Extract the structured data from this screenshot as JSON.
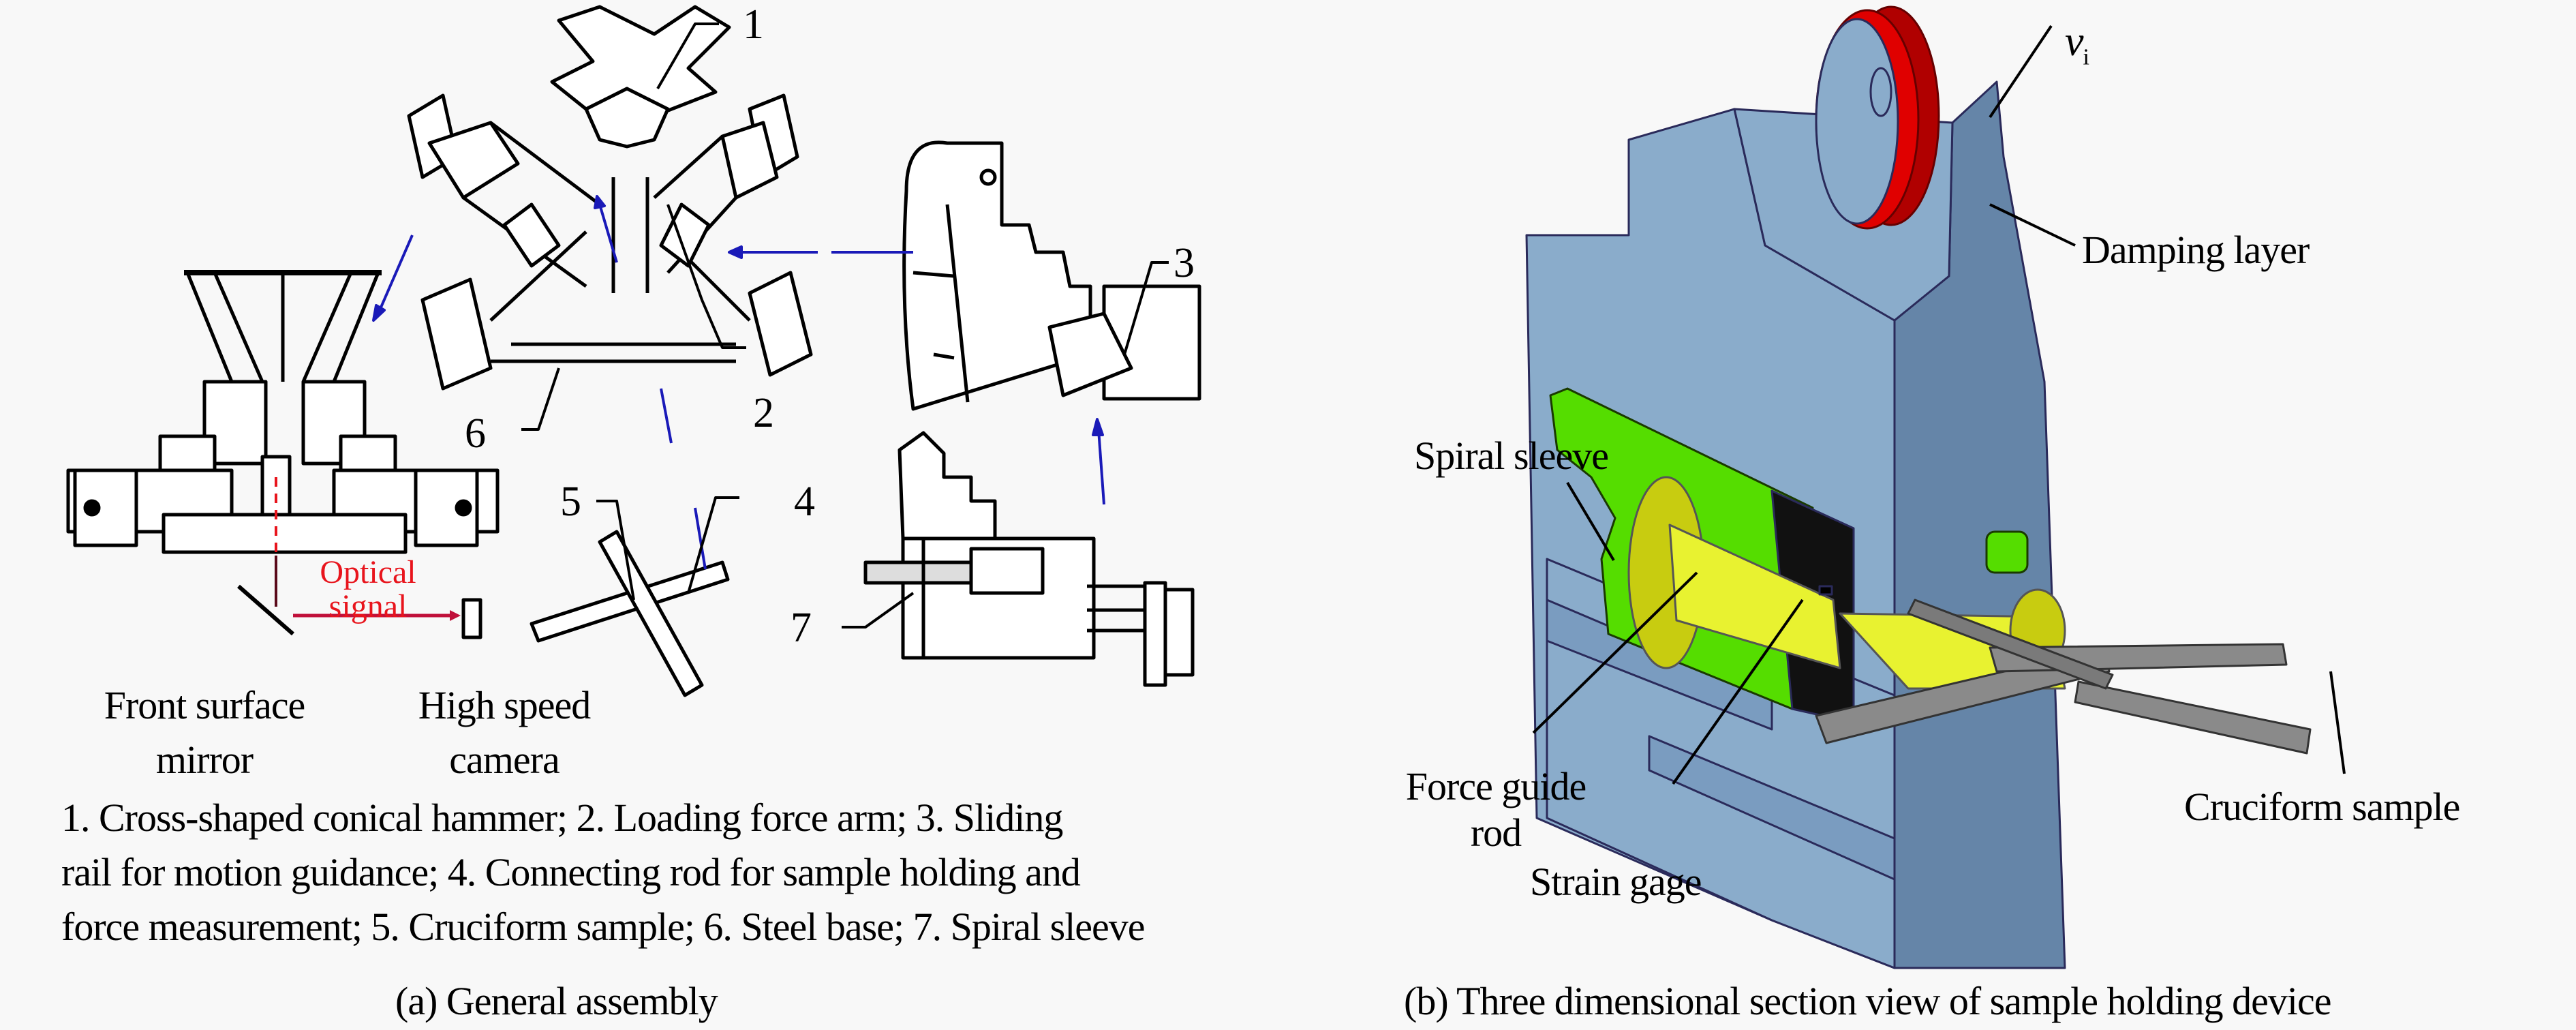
{
  "panel_a": {
    "callouts": [
      "1",
      "2",
      "3",
      "4",
      "5",
      "6",
      "7"
    ],
    "optical_signal": [
      "Optical",
      "signal"
    ],
    "mirror_label": [
      "Front surface",
      "mirror"
    ],
    "camera_label": [
      "High speed",
      "camera"
    ],
    "legend_lines": [
      "1. Cross-shaped conical hammer; 2. Loading force arm; 3. Sliding",
      "rail for motion guidance; 4. Connecting rod for sample holding and",
      "force measurement; 5. Cruciform sample; 6. Steel base; 7. Spiral sleeve"
    ],
    "caption": "(a) General assembly"
  },
  "panel_b": {
    "velocity_symbol": "v",
    "velocity_subscript": "i",
    "labels": {
      "damping_layer": "Damping layer",
      "spiral_sleeve": "Spiral sleeve",
      "force_guide_rod": [
        "Force guide",
        "rod"
      ],
      "strain_gage": "Strain gage",
      "cruciform_sample": "Cruciform sample"
    },
    "caption": "(b) Three dimensional section view of sample holding device"
  },
  "colors": {
    "background": "#f8f8f8",
    "line": "#000000",
    "arrow_blue": "#1a1ab8",
    "optical_red": "#e8141c",
    "body_blue": "#8aaccb",
    "body_blue_dark": "#6585a8",
    "damping_red": "#e00000",
    "sleeve_green": "#55dd00",
    "rod_yellow": "#e8f230",
    "sample_gray": "#8a8a8a"
  }
}
